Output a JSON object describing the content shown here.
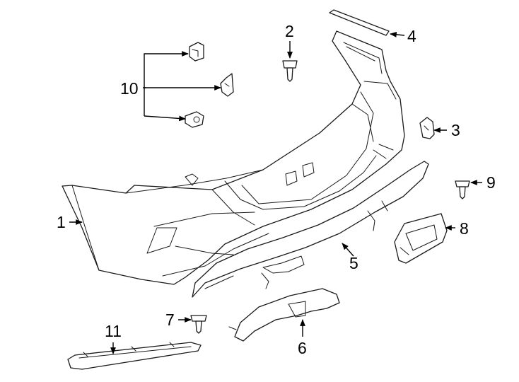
{
  "callouts": {
    "c1": "1",
    "c2": "2",
    "c3": "3",
    "c4": "4",
    "c5": "5",
    "c6": "6",
    "c7": "7",
    "c8": "8",
    "c9": "9",
    "c10": "10",
    "c11": "11"
  },
  "colors": {
    "line": "#1a1a1a",
    "background": "#ffffff"
  }
}
